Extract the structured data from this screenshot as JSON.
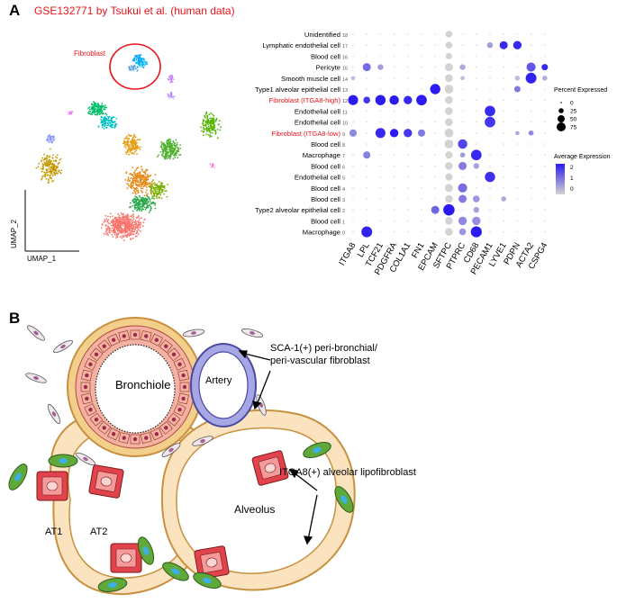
{
  "panel_a": {
    "letter": "A",
    "title": "GSE132771 by Tsukui et al. (human data)",
    "umap": {
      "xlabel": "UMAP_1",
      "ylabel": "UMAP_2",
      "highlight_label": "Fibroblast",
      "highlight_color": "#e8141b",
      "clusters": [
        {
          "id": "0",
          "color": "#f8766d"
        },
        {
          "id": "1",
          "color": "#e48a18"
        },
        {
          "id": "2",
          "color": "#2aa84a"
        },
        {
          "id": "3",
          "color": "#e6a019"
        },
        {
          "id": "4",
          "color": "#4fb030"
        },
        {
          "id": "5",
          "color": "#7cae00"
        },
        {
          "id": "6",
          "color": "#c49a00"
        },
        {
          "id": "7",
          "color": "#00be67"
        },
        {
          "id": "8",
          "color": "#53b400"
        },
        {
          "id": "9",
          "color": "#00a9ff"
        },
        {
          "id": "10",
          "color": "#00bfc4"
        },
        {
          "id": "11",
          "color": "#4d9de0"
        },
        {
          "id": "12",
          "color": "#00b8e7"
        },
        {
          "id": "13",
          "color": "#8494ff"
        },
        {
          "id": "14",
          "color": "#c77cff"
        },
        {
          "id": "15",
          "color": "#b983ff"
        },
        {
          "id": "16",
          "color": "#ff61c3"
        },
        {
          "id": "17",
          "color": "#e76bf3"
        }
      ]
    }
  },
  "chart_data": {
    "type": "dot",
    "genes": [
      "ITGA8",
      "LPL",
      "TCF21",
      "PDGFRA",
      "COL1A1",
      "FN1",
      "EPCAM",
      "SFTPC",
      "PTPRC",
      "CD68",
      "PECAM1",
      "LYVE1",
      "PDPN",
      "ACTA2",
      "CSPG4"
    ],
    "rows": [
      {
        "label": "Unidentified",
        "id": "18",
        "red": false
      },
      {
        "label": "Lymphatic endothelial cell",
        "id": "17",
        "red": false
      },
      {
        "label": "Blood cell",
        "id": "16",
        "red": false
      },
      {
        "label": "Pericyte",
        "id": "15",
        "red": false
      },
      {
        "label": "Smooth muscle cell",
        "id": "14",
        "red": false
      },
      {
        "label": "Type1 alveolar epithelial cell",
        "id": "13",
        "red": false
      },
      {
        "label": "Fibroblast (ITGA8-high)",
        "id": "12",
        "red": true
      },
      {
        "label": "Endothelial cell",
        "id": "11",
        "red": false
      },
      {
        "label": "Endothelial cell",
        "id": "10",
        "red": false
      },
      {
        "label": "Fibroblast (ITGA8-low)",
        "id": "9",
        "red": true
      },
      {
        "label": "Blood cell",
        "id": "8",
        "red": false
      },
      {
        "label": "Macrophage",
        "id": "7",
        "red": false
      },
      {
        "label": "Blood cell",
        "id": "6",
        "red": false
      },
      {
        "label": "Endothelial cell",
        "id": "5",
        "red": false
      },
      {
        "label": "Blood cell",
        "id": "4",
        "red": false
      },
      {
        "label": "Blood cell",
        "id": "3",
        "red": false
      },
      {
        "label": "Type2 alveolar epithelial cell",
        "id": "2",
        "red": false
      },
      {
        "label": "Blood cell",
        "id": "1",
        "red": false
      },
      {
        "label": "Macrophage",
        "id": "0",
        "red": false
      }
    ],
    "pct": [
      [
        0,
        0,
        0,
        0,
        0,
        0,
        0,
        25,
        0,
        0,
        0,
        0,
        0,
        0,
        0
      ],
      [
        0,
        0,
        0,
        0,
        0,
        0,
        0,
        25,
        0,
        0,
        15,
        40,
        45,
        0,
        0
      ],
      [
        0,
        0,
        0,
        0,
        0,
        0,
        0,
        20,
        0,
        0,
        0,
        0,
        0,
        0,
        0
      ],
      [
        0,
        40,
        15,
        0,
        0,
        0,
        0,
        40,
        15,
        0,
        0,
        0,
        0,
        55,
        20
      ],
      [
        5,
        0,
        0,
        0,
        0,
        0,
        0,
        35,
        5,
        0,
        0,
        0,
        10,
        85,
        10
      ],
      [
        0,
        0,
        0,
        0,
        0,
        0,
        75,
        50,
        0,
        0,
        0,
        0,
        20,
        0,
        0
      ],
      [
        70,
        25,
        75,
        60,
        45,
        80,
        0,
        35,
        0,
        0,
        0,
        0,
        0,
        0,
        0
      ],
      [
        0,
        0,
        0,
        0,
        0,
        0,
        0,
        35,
        0,
        0,
        80,
        0,
        0,
        0,
        0
      ],
      [
        0,
        0,
        0,
        0,
        0,
        0,
        0,
        35,
        0,
        0,
        80,
        0,
        0,
        0,
        0
      ],
      [
        30,
        0,
        70,
        45,
        45,
        30,
        0,
        50,
        0,
        0,
        0,
        0,
        5,
        10,
        0
      ],
      [
        0,
        0,
        0,
        0,
        0,
        0,
        0,
        50,
        60,
        0,
        0,
        0,
        0,
        0,
        0
      ],
      [
        0,
        30,
        0,
        0,
        0,
        0,
        0,
        30,
        10,
        80,
        0,
        0,
        0,
        0,
        0
      ],
      [
        0,
        0,
        0,
        0,
        0,
        0,
        0,
        35,
        40,
        15,
        0,
        0,
        0,
        0,
        0
      ],
      [
        0,
        0,
        0,
        0,
        0,
        0,
        0,
        30,
        0,
        0,
        75,
        0,
        0,
        0,
        0
      ],
      [
        0,
        0,
        0,
        0,
        0,
        0,
        0,
        40,
        55,
        0,
        0,
        0,
        0,
        0,
        0
      ],
      [
        0,
        0,
        0,
        0,
        0,
        0,
        0,
        35,
        40,
        25,
        0,
        10,
        0,
        0,
        0
      ],
      [
        0,
        0,
        0,
        0,
        0,
        0,
        40,
        95,
        0,
        15,
        0,
        0,
        0,
        0,
        0
      ],
      [
        0,
        0,
        0,
        0,
        0,
        0,
        0,
        35,
        45,
        45,
        0,
        0,
        0,
        0,
        0
      ],
      [
        0,
        85,
        0,
        0,
        0,
        0,
        0,
        35,
        25,
        90,
        0,
        0,
        0,
        0,
        0
      ]
    ],
    "expr": [
      [
        0,
        0,
        0,
        0,
        0,
        0,
        0,
        -0.3,
        0,
        0,
        0,
        0,
        0,
        0,
        0
      ],
      [
        0,
        0,
        0,
        0,
        0,
        0,
        0,
        -0.3,
        0,
        0,
        0.5,
        2.2,
        2.2,
        0,
        0
      ],
      [
        0,
        0,
        0,
        0,
        0,
        0,
        0,
        -0.3,
        0,
        0,
        0,
        0,
        0,
        0,
        0
      ],
      [
        0,
        1.2,
        0.5,
        0,
        0,
        0,
        0,
        -0.3,
        0.3,
        0,
        0,
        0,
        0,
        1.5,
        2.2
      ],
      [
        0,
        0,
        0,
        0,
        0,
        0,
        0,
        -0.3,
        0,
        0,
        0,
        0,
        0,
        2.3,
        0.2
      ],
      [
        0,
        0,
        0,
        0,
        0,
        0,
        2.4,
        -0.3,
        0,
        0,
        0,
        0,
        1,
        0,
        0
      ],
      [
        2.4,
        2.0,
        2.4,
        2.4,
        2.2,
        2.4,
        0,
        -0.3,
        0,
        0,
        0,
        0,
        0,
        0,
        0
      ],
      [
        0,
        0,
        0,
        0,
        0,
        0,
        0,
        -0.3,
        0,
        0,
        2.2,
        0,
        0,
        0,
        0
      ],
      [
        0,
        0,
        0,
        0,
        0,
        0,
        0,
        -0.3,
        0,
        0,
        2.0,
        0,
        0,
        0,
        0
      ],
      [
        0.8,
        0,
        2.2,
        2.4,
        2.0,
        1.0,
        0,
        -0.3,
        0,
        0,
        0,
        0,
        0.3,
        0.8,
        0
      ],
      [
        0,
        0,
        0,
        0,
        0,
        0,
        0,
        -0.3,
        1.8,
        0,
        0,
        0,
        0,
        0,
        0
      ],
      [
        0,
        0.9,
        0,
        0,
        0,
        0,
        0,
        -0.3,
        0.5,
        2.2,
        0,
        0,
        0,
        0,
        0
      ],
      [
        0,
        0,
        0,
        0,
        0,
        0,
        0,
        -0.3,
        1.0,
        0.4,
        0,
        0,
        0,
        0,
        0
      ],
      [
        0,
        0,
        0,
        0,
        0,
        0,
        0,
        -0.3,
        0,
        0,
        2.1,
        0,
        0,
        0,
        0
      ],
      [
        0,
        0,
        0,
        0,
        0,
        0,
        0,
        -0.3,
        1.2,
        0,
        0,
        0,
        0,
        0,
        0
      ],
      [
        0,
        0,
        0,
        0,
        0,
        0,
        0,
        -0.3,
        1.0,
        0.6,
        0,
        0.3,
        0,
        0,
        0
      ],
      [
        0,
        0,
        0,
        0,
        0,
        0,
        1.3,
        2.4,
        0,
        0.4,
        0,
        0,
        0,
        0,
        0
      ],
      [
        0,
        0,
        0,
        0,
        0,
        0,
        0,
        -0.3,
        0.8,
        0.7,
        0,
        0,
        0,
        0,
        0
      ],
      [
        0,
        2.3,
        0,
        0,
        0,
        0,
        0,
        -0.3,
        0.6,
        2.4,
        0,
        0,
        0,
        0,
        0
      ]
    ],
    "legend": {
      "pct_title": "Percent Expressed",
      "pct_values": [
        "0",
        "25",
        "50",
        "75"
      ],
      "expr_title": "Average Expression",
      "expr_ticks": [
        "2",
        "1",
        "0"
      ],
      "low_color": "#d3d3d3",
      "high_color": "#2b1bf0"
    }
  },
  "panel_b": {
    "letter": "B",
    "bronchiole_label": "Bronchiole",
    "artery_label": "Artery",
    "alveolus_label": "Alveolus",
    "at1_label": "AT1",
    "at2_label": "AT2",
    "sca1_label_line1": "SCA-1(+) peri-bronchial/",
    "sca1_label_line2": "peri-vascular fibroblast",
    "itga8_label": "ITGA8(+) alveolar lipofibroblast"
  }
}
